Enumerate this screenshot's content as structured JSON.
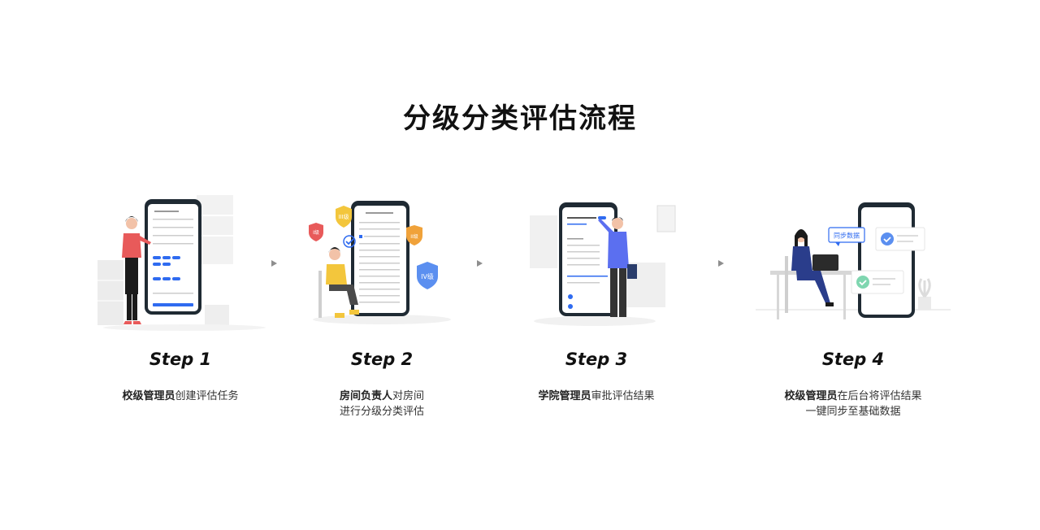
{
  "title": "分级分类评估流程",
  "steps": [
    {
      "label": "Step 1",
      "strong": "校级管理员",
      "rest": "创建评估任务",
      "line2": ""
    },
    {
      "label": "Step 2",
      "strong": "房间负责人",
      "rest": "对房间",
      "line2": "进行分级分类评估"
    },
    {
      "label": "Step 3",
      "strong": "学院管理员",
      "rest": "审批评估结果",
      "line2": ""
    },
    {
      "label": "Step 4",
      "strong": "校级管理员",
      "rest": "在后台将评估结果",
      "line2": "一键同步至基础数据"
    }
  ],
  "badges": {
    "level3": "III级",
    "level1": "I级",
    "level2": "II级",
    "level4": "IV级"
  },
  "sync_bubble": "同步数据",
  "colors": {
    "blue": "#2f6bf0",
    "red": "#e85a5a",
    "yellow": "#f3c63c",
    "orange": "#f0a23a",
    "lightblue": "#5b8ff0"
  }
}
